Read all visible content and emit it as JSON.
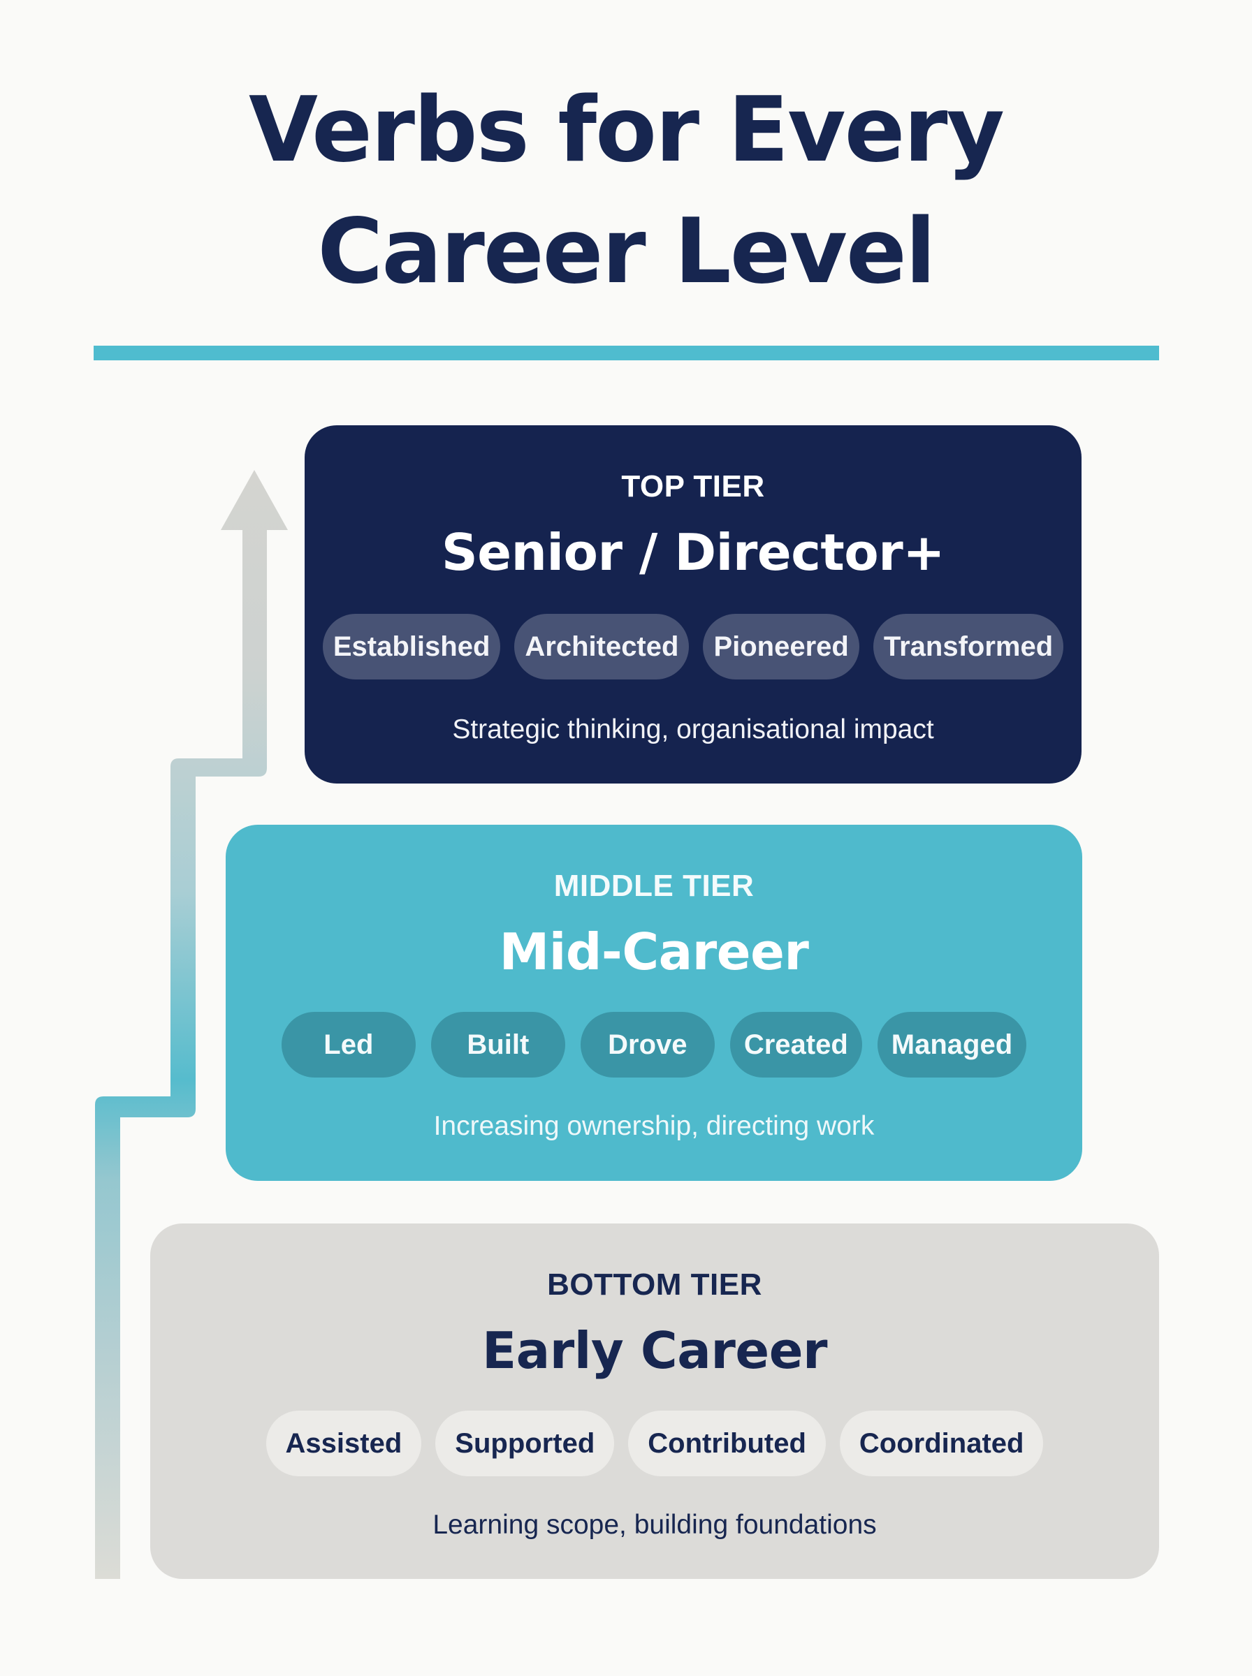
{
  "title": {
    "line1": "Verbs for Every",
    "line2": "Career Level"
  },
  "colors": {
    "background": "#fafaf8",
    "navy": "#172650",
    "accent_teal": "#4fbccf",
    "top_card": "#15234f",
    "middle_card": "#4fbacc",
    "bottom_card": "#dcdbd8"
  },
  "arrow": {
    "icon": "stepped-up-arrow-icon",
    "direction": "up"
  },
  "tiers": {
    "top": {
      "eyebrow": "TOP TIER",
      "heading": "Senior / Director+",
      "verbs": [
        "Established",
        "Architected",
        "Pioneered",
        "Transformed"
      ],
      "description": "Strategic thinking, organisational impact"
    },
    "middle": {
      "eyebrow": "MIDDLE TIER",
      "heading": "Mid-Career",
      "verbs": [
        "Led",
        "Built",
        "Drove",
        "Created",
        "Managed"
      ],
      "description": "Increasing ownership, directing work"
    },
    "bottom": {
      "eyebrow": "BOTTOM TIER",
      "heading": "Early Career",
      "verbs": [
        "Assisted",
        "Supported",
        "Contributed",
        "Coordinated"
      ],
      "description": "Learning scope, building foundations"
    }
  }
}
